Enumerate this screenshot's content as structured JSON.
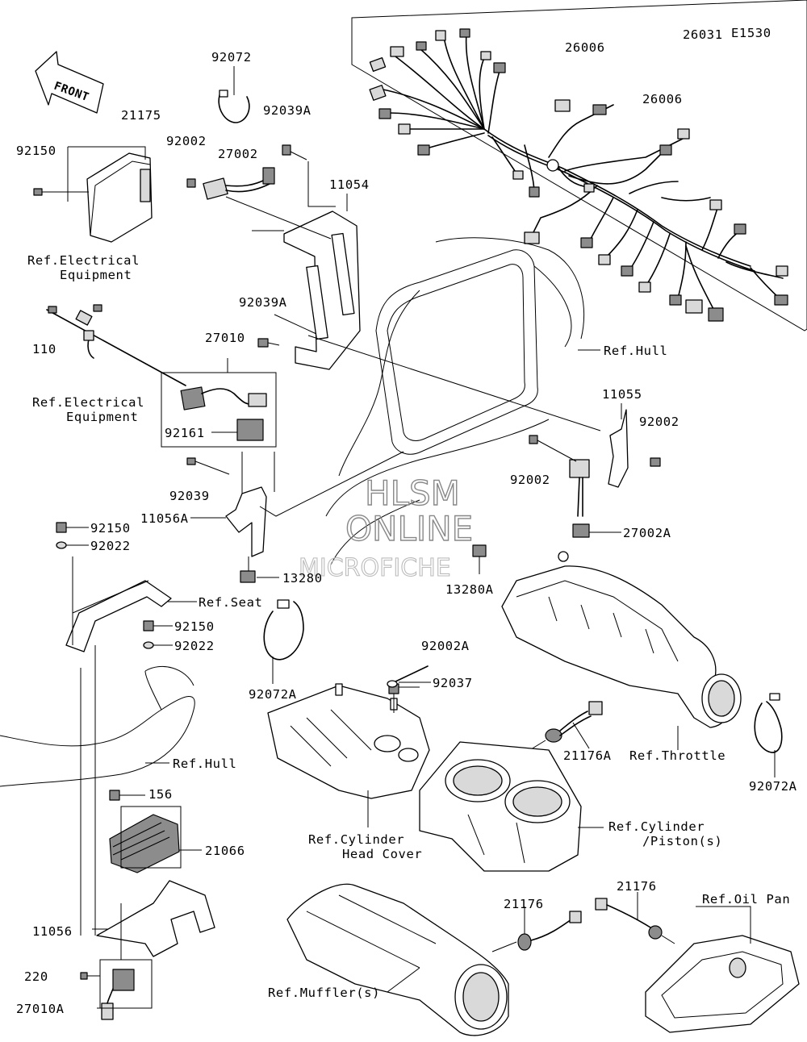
{
  "diagram_code": "E1530",
  "front_arrow": {
    "label": "FRONT",
    "icon": "front-direction-arrow-icon"
  },
  "watermark": {
    "line1": "HLSM",
    "line2": "ONLINE",
    "line3": "MICROFICHE"
  },
  "labels": {
    "p26031": "26031",
    "p26006_a": "26006",
    "p26006_b": "26006",
    "p92072_top": "92072",
    "p21175": "21175",
    "p92150_a": "92150",
    "p92039A_a": "92039A",
    "p92002_a": "92002",
    "p27002": "27002",
    "p11054": "11054",
    "ref_elec_1": "Ref.Electrical",
    "ref_elec_1b": "Equipment",
    "p92039A_b": "92039A",
    "p110": "110",
    "p27010": "27010",
    "ref_hull_1": "Ref.Hull",
    "ref_elec_2": "Ref.Electrical",
    "ref_elec_2b": "Equipment",
    "p11055": "11055",
    "p92002_b": "92002",
    "p92161": "92161",
    "p92002_c": "92002",
    "p92039": "92039",
    "p11056A": "11056A",
    "p27002A": "27002A",
    "p92150_b": "92150",
    "p92022_a": "92022",
    "p13280": "13280",
    "p13280A": "13280A",
    "ref_seat": "Ref.Seat",
    "p92150_c": "92150",
    "p92022_b": "92022",
    "p92002A": "92002A",
    "p92037": "92037",
    "p92072A_a": "92072A",
    "ref_hull_2": "Ref.Hull",
    "p21176A": "21176A",
    "ref_throttle": "Ref.Throttle",
    "p92072A_b": "92072A",
    "p156": "156",
    "p21066": "21066",
    "ref_chc_1": "Ref.Cylinder",
    "ref_chc_2": "Head Cover",
    "ref_cyl_1": "Ref.Cylinder",
    "ref_cyl_2": "/Piston(s)",
    "p21176_a": "21176",
    "p21176_b": "21176",
    "ref_oilpan": "Ref.Oil Pan",
    "p11056": "11056",
    "p220": "220",
    "p27010A": "27010A",
    "ref_muffler": "Ref.Muffler(s)"
  }
}
